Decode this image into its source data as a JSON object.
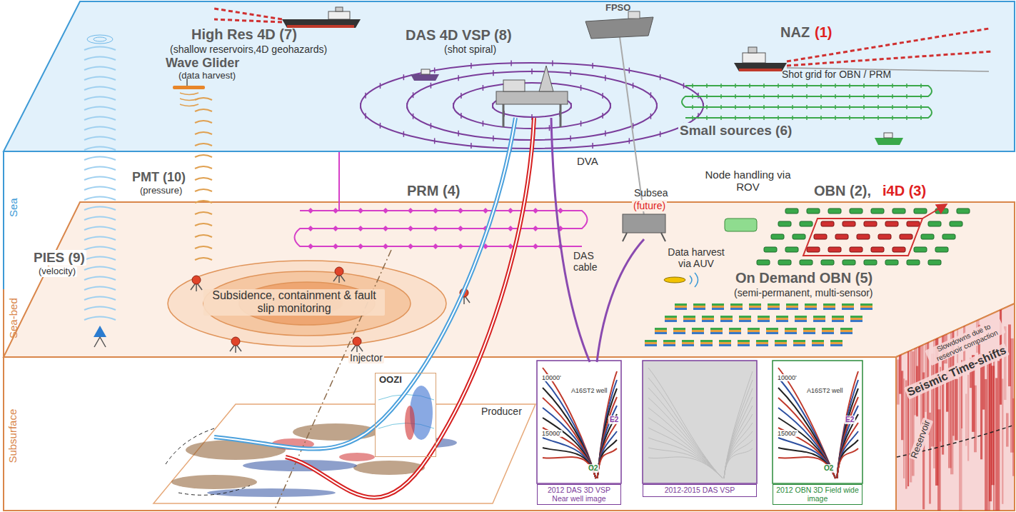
{
  "diagram": {
    "nodes": [
      {
        "text": [
          "2012 DAS 3D VSP Near well image"
        ]
      },
      {
        "text": [
          "2012-2015 DAS VSP"
        ]
      },
      {
        "text": [
          "2012 OBN 3D Field wide image"
        ]
      },
      {
        "text": [
          "OOZI"
        ]
      }
    ],
    "labels": [
      "High Res 4D (7)",
      "(shallow reservoirs,4D geohazards)",
      "DAS 4D VSP (8)",
      "(shot spiral)",
      "FPSO",
      "NAZ",
      "(1)",
      "Shot grid for OBN / PRM",
      "Small sources (6)",
      "Wave Glider",
      "(data harvest)",
      "PMT (10)",
      "(pressure)",
      "PIES (9)",
      "(velocity)",
      "Sea",
      "Sea-bed",
      "Subsurface",
      "PRM (4)",
      "DVA",
      "Subsea",
      "(future)",
      "Node handling via ROV",
      "OBN (2),",
      "i4D (3)",
      "DAS cable",
      "Data harvest via AUV",
      "On Demand OBN (5)",
      "(semi-permanent, multi-sensor)",
      "Subsidence, containment & fault slip monitoring",
      "Injector",
      "Producer",
      "Slowdowns due to reservoir compaction",
      "Seismic Time-shifts",
      "Reservoir",
      "10000'",
      "A16ST2 well",
      "E2",
      "15000'",
      "O2",
      "10000'",
      "A16ST2 well",
      "E2",
      "15000'",
      "O2"
    ]
  }
}
